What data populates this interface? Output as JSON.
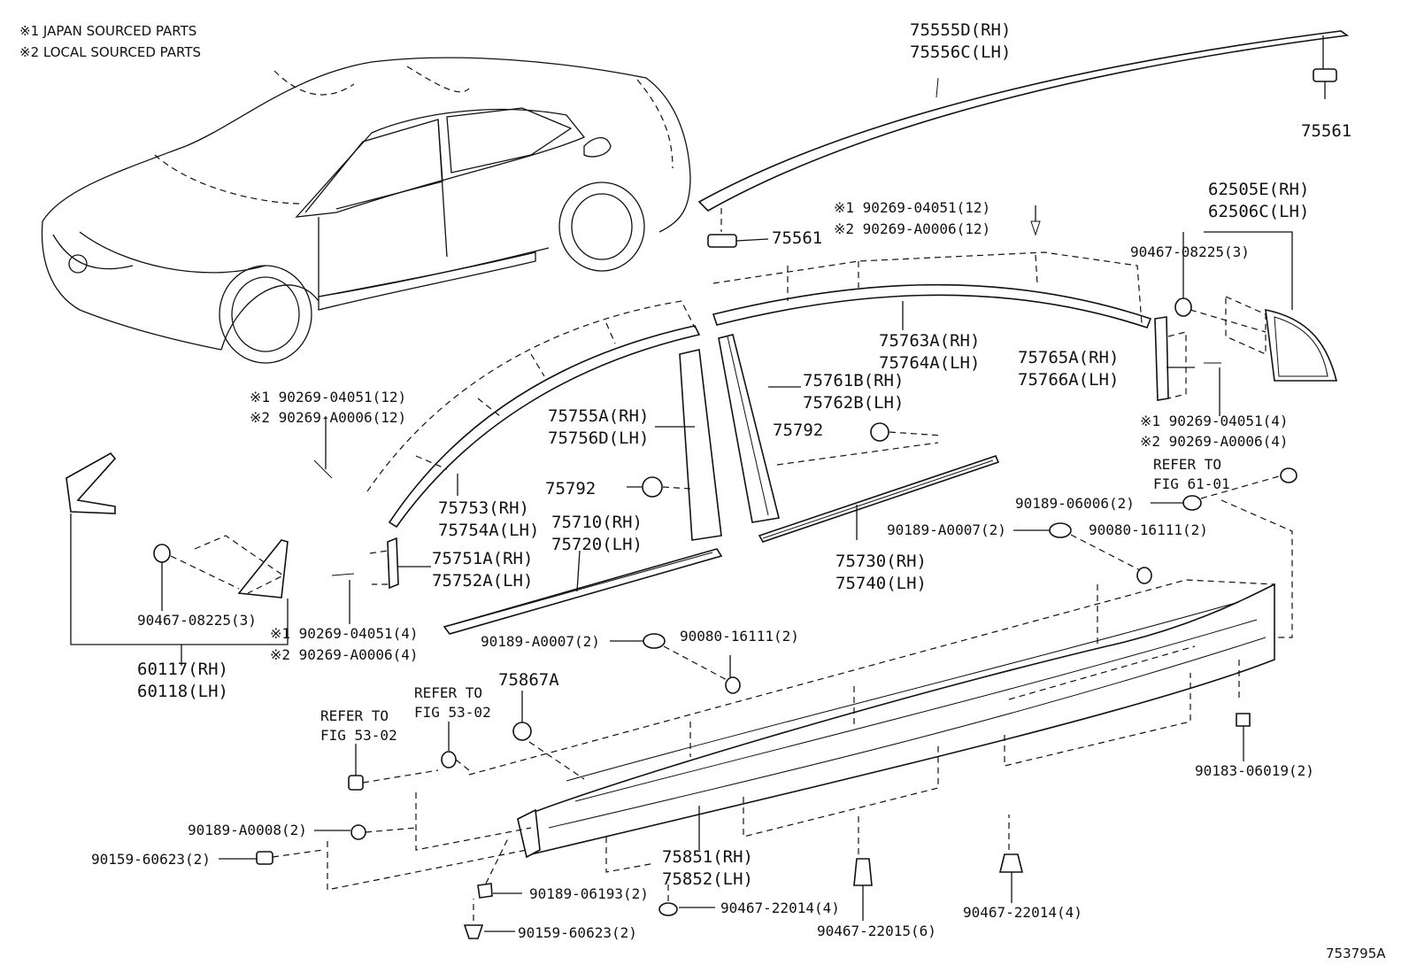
{
  "notes": [
    {
      "mark": "※1",
      "text": "JAPAN SOURCED PARTS"
    },
    {
      "mark": "※2",
      "text": "LOCAL SOURCED PARTS"
    }
  ],
  "labels": {
    "roof_molding": [
      "75555D(RH)",
      "75556C(LH)"
    ],
    "clip_75561_top": "75561",
    "clip_75561_mid": "75561",
    "clip_90269_top_1": "※1 90269-04051(12)",
    "clip_90269_top_2": "※2 90269-A0006(12)",
    "quarter_window": [
      "62505E(RH)",
      "62506C(LH)"
    ],
    "quarter_clip": "90467-08225(3)",
    "rear_belt": [
      "75763A(RH)",
      "75764A(LH)"
    ],
    "rear_pillar_garnish": [
      "75765A(RH)",
      "75766A(LH)"
    ],
    "rear_door_pillar": [
      "75761B(RH)",
      "75762B(LH)"
    ],
    "clip_75792_right": "75792",
    "clip_90269_rear_1": "※1 90269-04051(4)",
    "clip_90269_rear_2": "※2 90269-A0006(4)",
    "front_door_pillar": [
      "75755A(RH)",
      "75756D(LH)"
    ],
    "clip_90269_left_1": "※1 90269-04051(12)",
    "clip_90269_left_2": "※2 90269-A0006(12)",
    "refer_61": [
      "REFER TO",
      "FIG 61-01"
    ],
    "clip_90189_06006": "90189-06006(2)",
    "clip_75792_left": "75792",
    "front_molding": [
      "75753(RH)",
      "75754A(LH)"
    ],
    "front_belt": [
      "75710(RH)",
      "75720(LH)"
    ],
    "rear_belt_lower": [
      "75730(RH)",
      "75740(LH)"
    ],
    "clip_90189_A0007_right": "90189-A0007(2)",
    "screw_90080_right": "90080-16111(2)",
    "front_pillar_garnish": [
      "75751A(RH)",
      "75752A(LH)"
    ],
    "clip_90467_left": "90467-08225(3)",
    "clip_90269_front_1": "※1 90269-04051(4)",
    "clip_90269_front_2": "※2 90269-A0006(4)",
    "front_quarter": [
      "60117(RH)",
      "60118(LH)"
    ],
    "clip_90189_A0007_left": "90189-A0007(2)",
    "screw_90080_left": "90080-16111(2)",
    "clip_75867A": "75867A",
    "refer_53_a": [
      "REFER TO",
      "FIG 53-02"
    ],
    "refer_53_b": [
      "REFER TO",
      "FIG 53-02"
    ],
    "clip_90183": "90183-06019(2)",
    "clip_90189_A0008": "90189-A0008(2)",
    "screw_90159_a": "90159-60623(2)",
    "rocker_molding": [
      "75851(RH)",
      "75852(LH)"
    ],
    "clip_90189_06193": "90189-06193(2)",
    "clip_90467_22014_a": "90467-22014(4)",
    "clip_90467_22015": "90467-22015(6)",
    "clip_90467_22014_b": "90467-22014(4)",
    "screw_90159_b": "90159-60623(2)"
  },
  "diagram_id": "753795A"
}
